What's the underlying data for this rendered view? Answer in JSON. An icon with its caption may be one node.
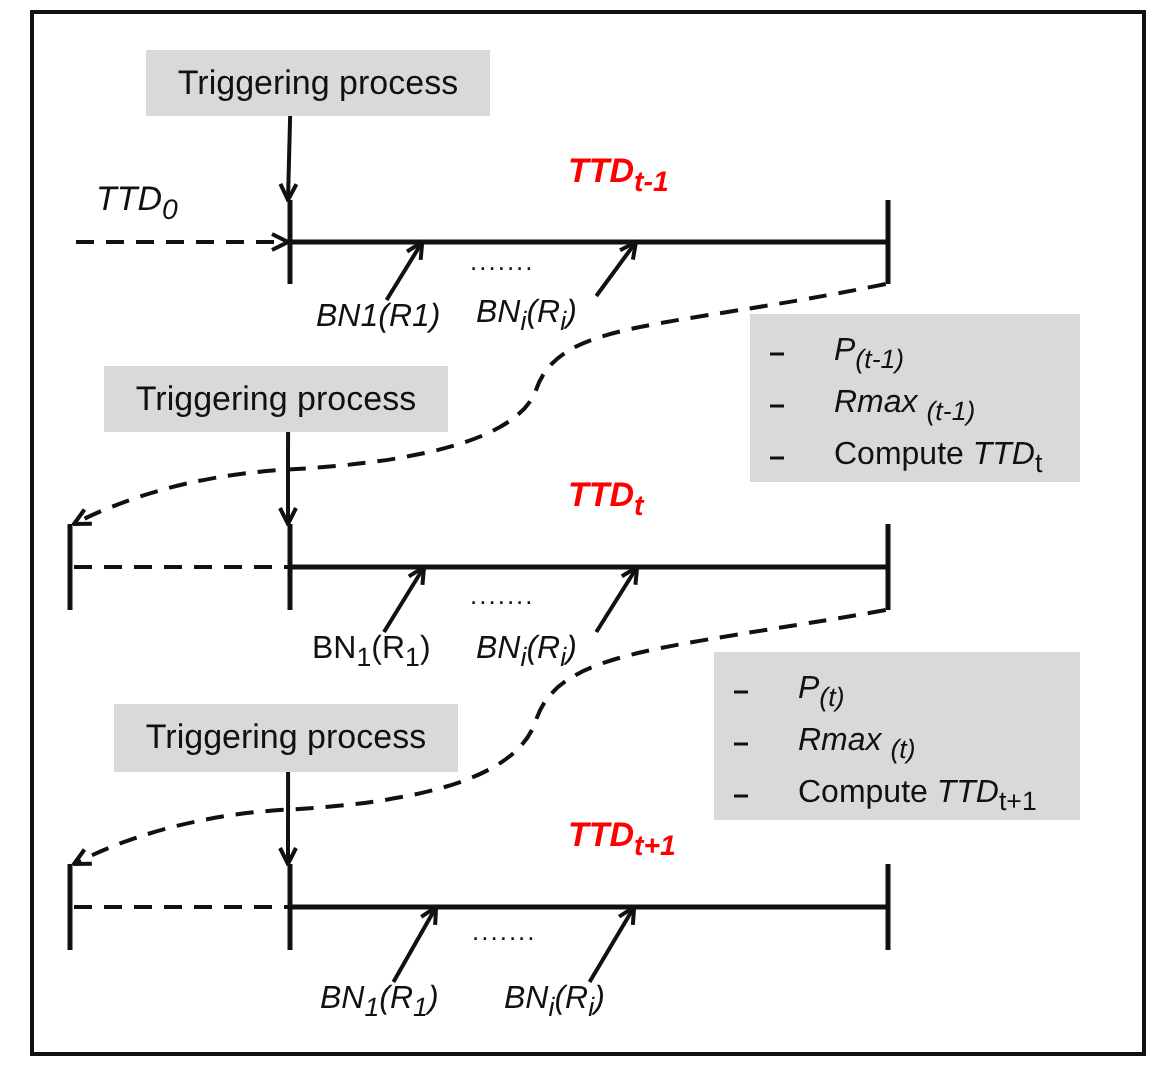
{
  "diagram": {
    "nodes": [
      {
        "text": [
          "Triggering process"
        ]
      },
      {
        "text": [
          "TTD$_{t-1}$"
        ]
      },
      {
        "text": [
          "BN1(R1)"
        ]
      },
      {
        "text": [
          "BN$_{i}$(R$_{i}$)"
        ]
      },
      {
        "text": [
          "P$_{(t-1)}$",
          "Rmax $_{(t-1)}$",
          "Compute *TTD*$_{t}$"
        ]
      },
      {
        "text": [
          "Triggering process"
        ]
      },
      {
        "text": [],
        "shape": "bar"
      },
      {
        "text": [
          "TTD$_{t}$"
        ]
      },
      {
        "text": [
          "BN$_{1}$(R$_{1}$)"
        ]
      },
      {
        "text": [
          "BN$_{i}$(R$_{i}$)"
        ]
      },
      {
        "text": [
          "P$_{(t)}$",
          "Rmax $_{(t)}$",
          "Compute *TTD*$_{t+1}$"
        ]
      },
      {
        "text": [
          "Triggering process"
        ]
      },
      {
        "text": [],
        "shape": "bar"
      },
      {
        "text": [
          "TTD$_{t+1}$"
        ]
      },
      {
        "text": [
          "BN$_{1}$(R$_{1}$)"
        ]
      },
      {
        "text": [
          "BN$_{i}$(R$_{i}$)"
        ]
      }
    ],
    "edges": [
      {
        "from": null,
        "to": 1,
        "arrow": "to",
        "style": "dashed",
        "label": "TTD$_{0}$"
      },
      {
        "from": 0,
        "to": 1,
        "arrow": "to"
      },
      {
        "from": 2,
        "to": 1,
        "arrow": "to"
      },
      {
        "from": 3,
        "to": 1,
        "arrow": "to"
      },
      {
        "from": 1,
        "to": 6,
        "arrow": "to",
        "style": "dashed"
      },
      {
        "from": 6,
        "to": 7,
        "arrow": "none",
        "style": "dashed"
      },
      {
        "from": 5,
        "to": 7,
        "arrow": "to"
      },
      {
        "from": 8,
        "to": 7,
        "arrow": "to"
      },
      {
        "from": 9,
        "to": 7,
        "arrow": "to"
      },
      {
        "from": 7,
        "to": 12,
        "arrow": "to",
        "style": "dashed"
      },
      {
        "from": 12,
        "to": 13,
        "arrow": "none",
        "style": "dashed"
      },
      {
        "from": 11,
        "to": 13,
        "arrow": "to"
      },
      {
        "from": 14,
        "to": 13,
        "arrow": "to"
      },
      {
        "from": 15,
        "to": 13,
        "arrow": "to"
      }
    ],
    "labels": [
      ".......",
      ".......",
      "......."
    ]
  }
}
